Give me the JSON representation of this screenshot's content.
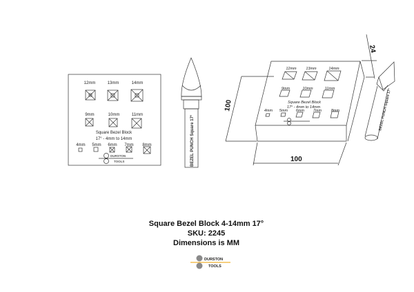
{
  "front_view": {
    "row1": [
      "12mm",
      "13mm",
      "14mm"
    ],
    "row2": [
      "9mm",
      "10mm",
      "11mm"
    ],
    "row3": [
      "4mm",
      "5mm",
      "6mm",
      "7mm",
      "8mm"
    ],
    "title": "Square Bezel Block",
    "subtitle": "17° - 4mm to 14mm",
    "logo_top": "DURSTON",
    "logo_bottom": "TOOLS"
  },
  "punch": {
    "label": "BEZEL PUNCH Square 17°"
  },
  "iso_view": {
    "row1": [
      "12mm",
      "13mm",
      "14mm"
    ],
    "row2": [
      "9mm",
      "10mm",
      "11mm"
    ],
    "row3": [
      "4mm",
      "5mm",
      "6mm",
      "7mm",
      "8mm"
    ],
    "title": "Square Bezel Block",
    "subtitle": "17° - 4mm to 14mm",
    "dim_height": "100",
    "dim_width": "100",
    "dim_depth": "24"
  },
  "caption": {
    "line1": "Square Bezel Block 4-14mm 17°",
    "line2": "SKU: 2245",
    "line3": "Dimensions is MM"
  },
  "logo": {
    "top": "DURSTON",
    "bottom": "TOOLS",
    "accent": "#f0b030",
    "grey": "#8a8a8a"
  }
}
